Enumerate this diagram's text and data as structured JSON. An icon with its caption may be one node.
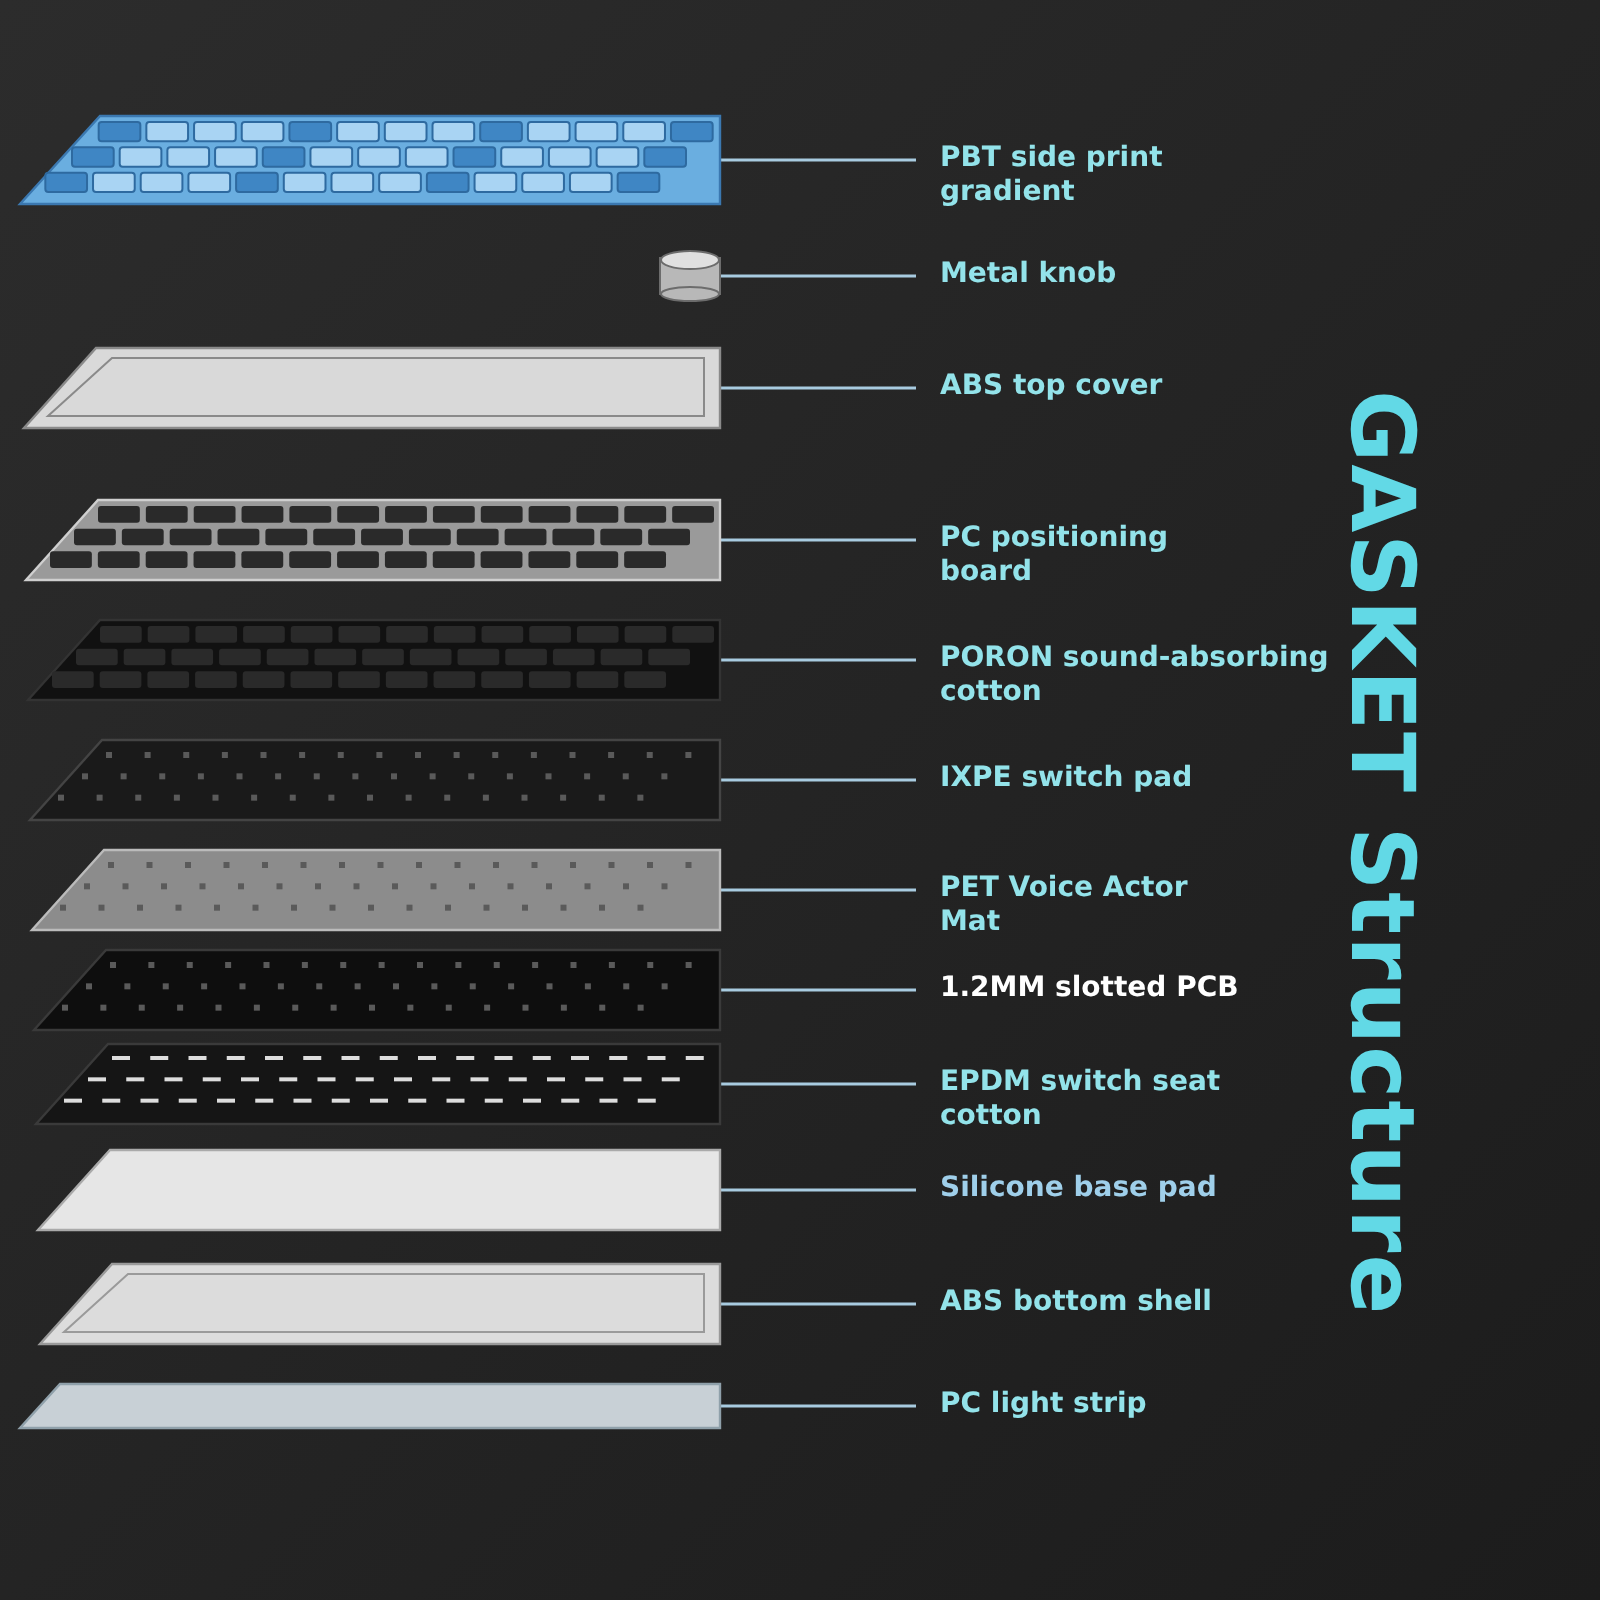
{
  "diagram": {
    "title": "GASKET Structure",
    "nodes": [
      {
        "text": [
          "PBT side print gradient"
        ]
      },
      {
        "text": [
          "Metal knob"
        ]
      },
      {
        "text": [
          "ABS top cover"
        ]
      },
      {
        "text": [
          "PC positioning board"
        ]
      },
      {
        "text": [
          "PORON sound-absorbing cotton"
        ]
      },
      {
        "text": [
          "IXPE switch pad"
        ]
      },
      {
        "text": [
          "PET Voice Actor Mat"
        ]
      },
      {
        "text": [
          "1.2MM slotted PCB"
        ]
      },
      {
        "text": [
          "EPDM switch seat cotton"
        ]
      },
      {
        "text": [
          "Silicone base pad"
        ]
      },
      {
        "text": [
          "ABS bottom shell"
        ]
      },
      {
        "text": [
          "PC light strip"
        ]
      },
      {
        "text": [],
        "shape": "picture"
      },
      {
        "text": [],
        "shape": "picture"
      },
      {
        "text": [],
        "shape": "picture"
      },
      {
        "text": [],
        "shape": "picture"
      },
      {
        "text": [],
        "shape": "picture"
      },
      {
        "text": [],
        "shape": "picture"
      },
      {
        "text": [],
        "shape": "picture"
      },
      {
        "text": [],
        "shape": "picture"
      },
      {
        "text": [],
        "shape": "picture"
      },
      {
        "text": [],
        "shape": "picture"
      },
      {
        "text": [],
        "shape": "picture"
      },
      {
        "text": [],
        "shape": "picture"
      }
    ],
    "edges": [
      {
        "from": 0,
        "to": 12,
        "arrow": "none"
      },
      {
        "from": 1,
        "to": 13,
        "arrow": "none"
      },
      {
        "from": 2,
        "to": 14,
        "arrow": "none"
      },
      {
        "from": 3,
        "to": 15,
        "arrow": "none"
      },
      {
        "from": 4,
        "to": 16,
        "arrow": "none"
      },
      {
        "from": 5,
        "to": 17,
        "arrow": "none"
      },
      {
        "from": 6,
        "to": 18,
        "arrow": "none"
      },
      {
        "from": 7,
        "to": 19,
        "arrow": "none"
      },
      {
        "from": 8,
        "to": 20,
        "arrow": "none"
      },
      {
        "from": 9,
        "to": 21,
        "arrow": "none"
      },
      {
        "from": 10,
        "to": 22,
        "arrow": "none"
      },
      {
        "from": 11,
        "to": 23,
        "arrow": "none"
      }
    ]
  }
}
